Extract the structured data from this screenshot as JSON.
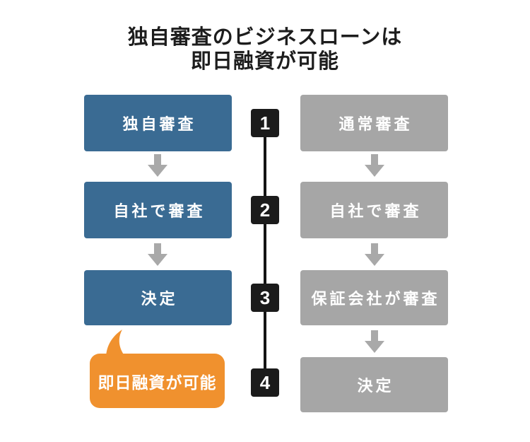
{
  "title": {
    "line1": "独自審査のビジネスローンは",
    "line2": "即日融資が可能"
  },
  "left_flow": {
    "steps": [
      "独自審査",
      "自社で審査",
      "決定"
    ],
    "callout": "即日融資が可能"
  },
  "timeline": {
    "steps": [
      "1",
      "2",
      "3",
      "4"
    ]
  },
  "right_flow": {
    "steps": [
      "通常審査",
      "自社で審査",
      "保証会社が審査",
      "決定"
    ]
  },
  "colors": {
    "blue": "#3a6b93",
    "gray": "#a6a6a6",
    "orange": "#f0912e",
    "step_black": "#1b1b1b",
    "arrow_gray": "#a9a9a9",
    "title_text": "#1d1d1d"
  }
}
